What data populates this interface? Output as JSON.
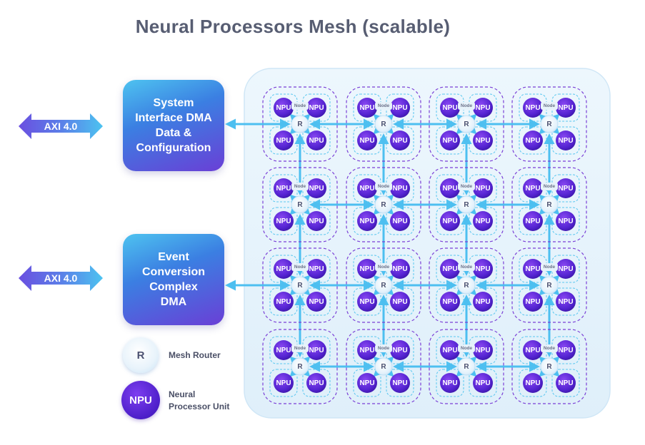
{
  "title": "Neural Processors Mesh (scalable)",
  "left_interfaces": [
    {
      "axi_label": "AXI 4.0",
      "block_label": "System\nInterface DMA\nData &\nConfiguration"
    },
    {
      "axi_label": "AXI 4.0",
      "block_label": "Event\nConversion\nComplex\nDMA"
    }
  ],
  "legend": {
    "router_symbol": "R",
    "router_label": "Mesh Router",
    "npu_symbol": "NPU",
    "npu_label": "Neural\nProcessor Unit"
  },
  "mesh": {
    "rows": 4,
    "cols": 4,
    "node_label": "Node",
    "router_label": "R",
    "npu_label": "NPU",
    "npus_per_node": 4
  },
  "colors": {
    "title": "#575d72",
    "arrow": "#4dbff0",
    "npu": "#5a24d8",
    "mesh_background": "#eaf5fc",
    "block_top": "#4ec3f0",
    "block_bottom": "#6a3fd6"
  }
}
